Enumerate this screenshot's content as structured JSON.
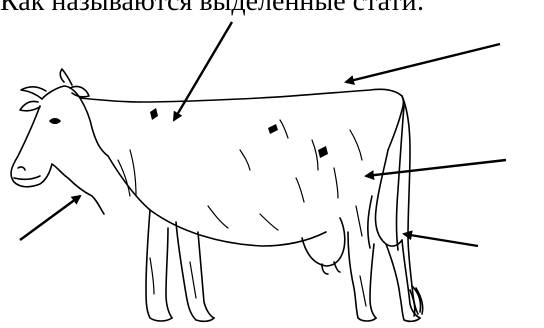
{
  "question": "Как называются выделенные стати:",
  "figure": {
    "subject": "cow",
    "line_color": "#000000",
    "background_color": "#ffffff"
  },
  "arrows": [
    {
      "name": "withers-arrow"
    },
    {
      "name": "back-arrow"
    },
    {
      "name": "dewlap-arrow"
    },
    {
      "name": "thigh-arrow"
    },
    {
      "name": "hock-arrow"
    }
  ]
}
